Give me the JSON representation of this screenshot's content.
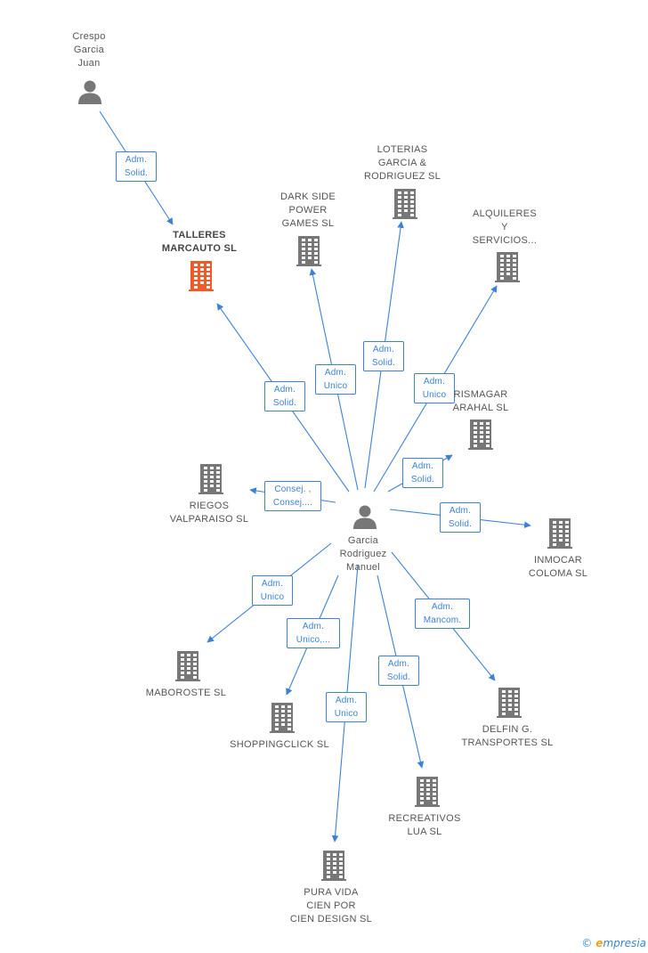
{
  "colors": {
    "edge": "#3b82d6",
    "building": "#777777",
    "highlight": "#f05a28",
    "person": "#777777"
  },
  "people": [
    {
      "id": "crespo",
      "name": "crespo-garcia-juan",
      "lines": [
        "Crespo",
        "Garcia",
        "Juan"
      ]
    },
    {
      "id": "garcia",
      "name": "garcia-rodriguez-manuel",
      "lines": [
        "Garcia",
        "Rodriguez",
        "Manuel"
      ]
    }
  ],
  "companies": [
    {
      "id": "talleres",
      "lines": [
        "TALLERES",
        "MARCAUTO SL"
      ],
      "highlight": true
    },
    {
      "id": "darkside",
      "lines": [
        "DARK SIDE",
        "POWER",
        "GAMES SL"
      ]
    },
    {
      "id": "loterias",
      "lines": [
        "LOTERIAS",
        "GARCIA &",
        "RODRIGUEZ SL"
      ]
    },
    {
      "id": "alquileres",
      "lines": [
        "ALQUILERES",
        "Y",
        "SERVICIOS..."
      ]
    },
    {
      "id": "rismagar",
      "lines": [
        "RISMAGAR",
        "ARAHAL SL"
      ]
    },
    {
      "id": "riegos",
      "lines": [
        "RIEGOS",
        "VALPARAISO SL"
      ]
    },
    {
      "id": "inmocar",
      "lines": [
        "INMOCAR",
        "COLOMA SL"
      ]
    },
    {
      "id": "maboroste",
      "lines": [
        "MABOROSTE SL"
      ]
    },
    {
      "id": "delfin",
      "lines": [
        "DELFIN G.",
        "TRANSPORTES SL"
      ]
    },
    {
      "id": "shoppingclick",
      "lines": [
        "SHOPPINGCLICK SL"
      ]
    },
    {
      "id": "recreativos",
      "lines": [
        "RECREATIVOS",
        "LUA SL"
      ]
    },
    {
      "id": "puravida",
      "lines": [
        "PURA VIDA",
        "CIEN POR",
        "CIEN DESIGN SL"
      ]
    }
  ],
  "edges": [
    {
      "from": "crespo",
      "to": "talleres",
      "lines": [
        "Adm.",
        "Solid."
      ]
    },
    {
      "from": "garcia",
      "to": "talleres",
      "lines": [
        "Adm.",
        "Solid."
      ]
    },
    {
      "from": "garcia",
      "to": "darkside",
      "lines": [
        "Adm.",
        "Unico"
      ]
    },
    {
      "from": "garcia",
      "to": "loterias",
      "lines": [
        "Adm.",
        "Solid."
      ]
    },
    {
      "from": "garcia",
      "to": "alquileres",
      "lines": [
        "Adm.",
        "Unico"
      ]
    },
    {
      "from": "garcia",
      "to": "rismagar",
      "lines": [
        "Adm.",
        "Solid."
      ]
    },
    {
      "from": "garcia",
      "to": "riegos",
      "lines": [
        "Consej. ,",
        "Consej...."
      ]
    },
    {
      "from": "garcia",
      "to": "inmocar",
      "lines": [
        "Adm.",
        "Solid."
      ]
    },
    {
      "from": "garcia",
      "to": "maboroste",
      "lines": [
        "Adm.",
        "Unico"
      ]
    },
    {
      "from": "garcia",
      "to": "delfin",
      "lines": [
        "Adm.",
        "Mancom."
      ]
    },
    {
      "from": "garcia",
      "to": "shoppingclick",
      "lines": [
        "Adm.",
        "Unico,..."
      ]
    },
    {
      "from": "garcia",
      "to": "recreativos",
      "lines": [
        "Adm.",
        "Solid."
      ]
    },
    {
      "from": "garcia",
      "to": "puravida",
      "lines": [
        "Adm.",
        "Unico"
      ]
    }
  ],
  "brand": {
    "copyright": "©",
    "initial": "e",
    "rest": "mpresia"
  }
}
